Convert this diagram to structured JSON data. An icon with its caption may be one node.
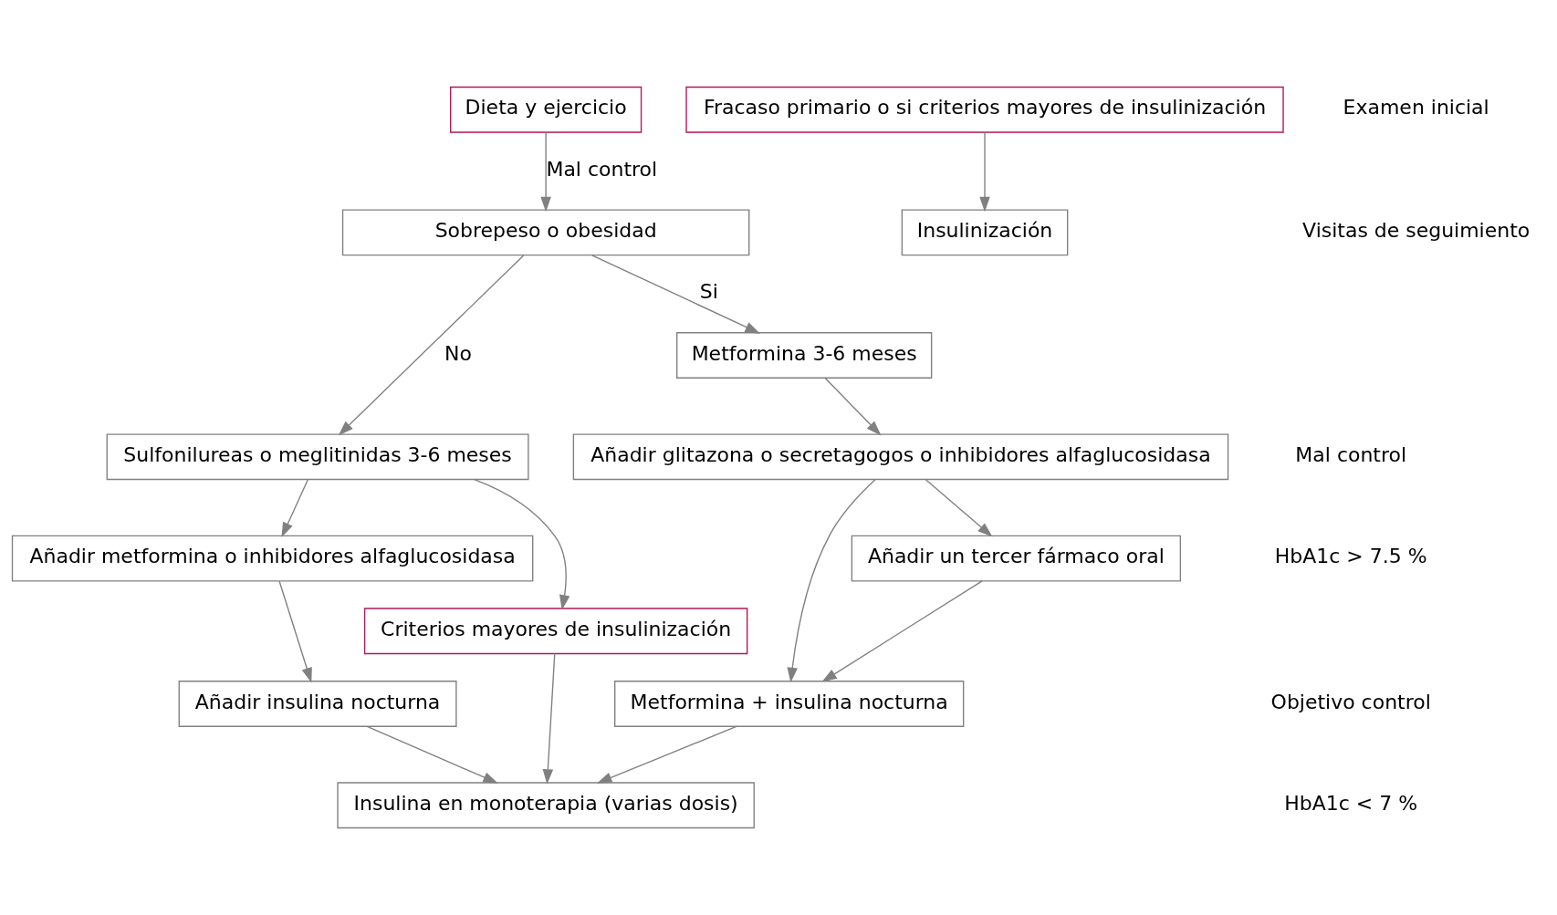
{
  "diagram": {
    "nodes": [
      {
        "text": [
          "Dieta y ejercicio"
        ]
      },
      {
        "text": [
          "Sobrepeso o obesidad"
        ]
      },
      {
        "text": [
          "Sulfonilureas o meglitinidas 3-6 meses"
        ]
      },
      {
        "text": [
          "Metformina 3-6 meses"
        ]
      },
      {
        "text": [
          "Fracaso primario o si criterios mayores de insulinización"
        ]
      },
      {
        "text": [
          "Insulinización"
        ]
      },
      {
        "text": [
          "Añadir glitazona o secretagogos o inhibidores alfaglucosidasa"
        ]
      },
      {
        "text": [
          "Añadir metformina o inhibidores alfaglucosidasa"
        ]
      },
      {
        "text": [
          "Criterios mayores de insulinización"
        ]
      },
      {
        "text": [
          "Metformina + insulina nocturna"
        ]
      },
      {
        "text": [
          "Añadir un tercer fármaco oral"
        ]
      },
      {
        "text": [
          "Añadir insulina nocturna"
        ]
      },
      {
        "text": [
          "Insulina en monoterapia (varias dosis)"
        ]
      }
    ],
    "edges": [
      {
        "from": 0,
        "to": 1,
        "arrow": "to",
        "label": "Mal control"
      },
      {
        "from": 1,
        "to": 2,
        "arrow": "to",
        "label": "No"
      },
      {
        "from": 1,
        "to": 3,
        "arrow": "to",
        "label": "Si"
      },
      {
        "from": 4,
        "to": 5,
        "arrow": "to"
      },
      {
        "from": 3,
        "to": 6,
        "arrow": "to"
      },
      {
        "from": 2,
        "to": 7,
        "arrow": "to"
      },
      {
        "from": 2,
        "to": 8,
        "arrow": "to"
      },
      {
        "from": 6,
        "to": 9,
        "arrow": "to"
      },
      {
        "from": 6,
        "to": 10,
        "arrow": "to"
      },
      {
        "from": 10,
        "to": 9,
        "arrow": "to"
      },
      {
        "from": 7,
        "to": 11,
        "arrow": "to"
      },
      {
        "from": 8,
        "to": 12,
        "arrow": "to"
      },
      {
        "from": 11,
        "to": 12,
        "arrow": "to"
      },
      {
        "from": 9,
        "to": 12,
        "arrow": "to"
      }
    ],
    "labels": [
      "Examen inicial",
      "Visitas de seguimiento",
      "Mal control",
      "HbA1c > 7.5 %",
      "Objetivo control",
      "HbA1c < 7 %"
    ]
  }
}
